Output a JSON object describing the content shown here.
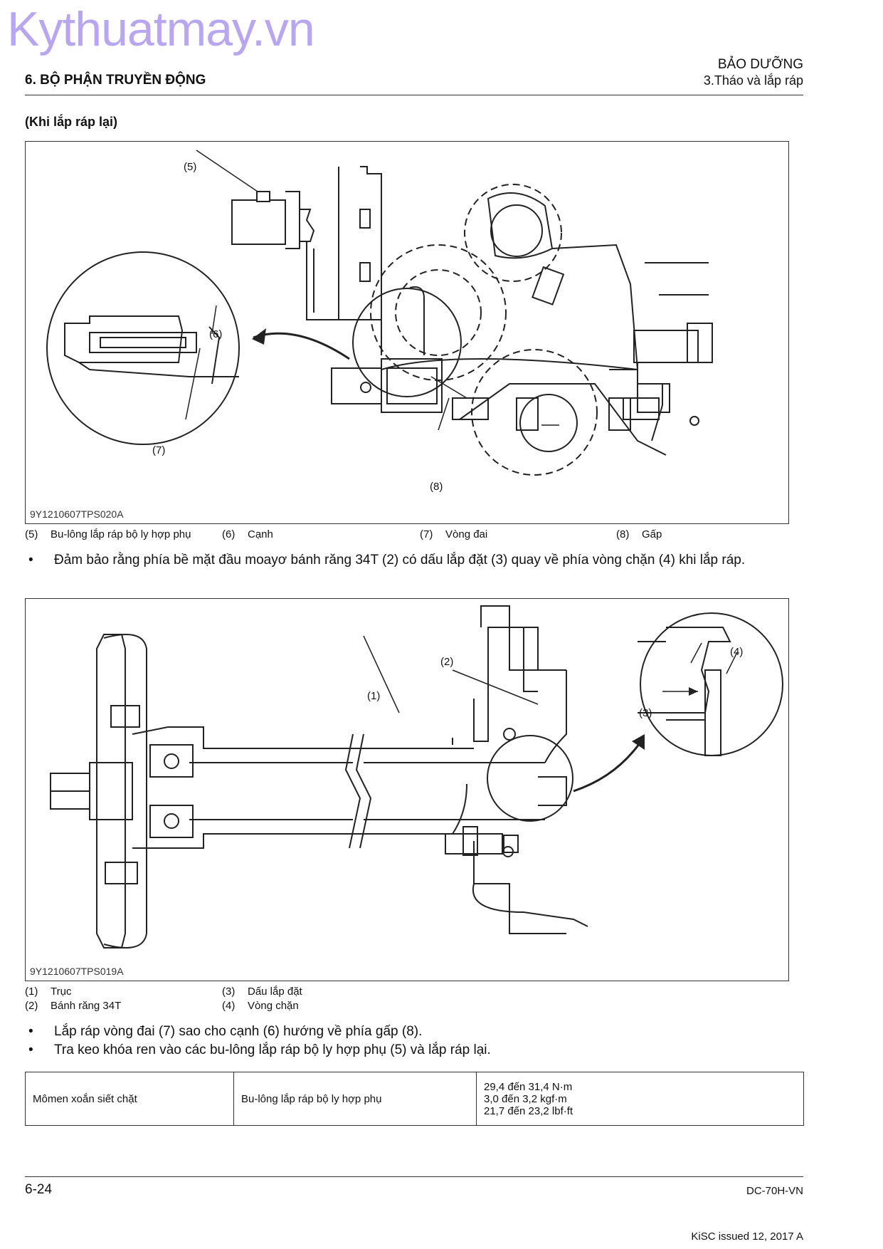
{
  "watermark": "Kythuatmay.vn",
  "header": {
    "section_title": "6. BỘ PHẬN TRUYỀN ĐỘNG",
    "category": "BẢO DƯỠNG",
    "subsection": "3.Tháo và lắp ráp"
  },
  "subheading": "(Khi lắp ráp lại)",
  "figure1": {
    "code": "9Y1210607TPS020A",
    "callouts": [
      "(5)",
      "(6)",
      "(7)",
      "(8)"
    ],
    "captions": [
      {
        "num": "(5)",
        "text": "Bu-lông lắp ráp bộ ly hợp phụ"
      },
      {
        "num": "(6)",
        "text": "Cạnh"
      },
      {
        "num": "(7)",
        "text": "Vòng đai"
      },
      {
        "num": "(8)",
        "text": "Gấp"
      }
    ]
  },
  "bullet1": "Đảm bảo rằng phía bề mặt đầu moayơ bánh răng 34T (2) có dấu lắp đặt (3) quay về phía vòng chặn (4) khi lắp ráp.",
  "figure2": {
    "code": "9Y1210607TPS019A",
    "callouts": [
      "(1)",
      "(2)",
      "(3)",
      "(4)"
    ],
    "captions": [
      {
        "num": "(1)",
        "text": "Trục"
      },
      {
        "num": "(2)",
        "text": "Bánh răng 34T"
      },
      {
        "num": "(3)",
        "text": "Dấu lắp đặt"
      },
      {
        "num": "(4)",
        "text": "Vòng chặn"
      }
    ]
  },
  "bullets2": [
    "Lắp ráp vòng đai (7) sao cho cạnh (6) hướng về phía gấp (8).",
    "Tra keo khóa ren vào các bu-lông lắp ráp bộ ly hợp phụ (5) và lắp ráp lại."
  ],
  "torque_table": {
    "label": "Mômen xoắn siết chặt",
    "item": "Bu-lông lắp ráp bộ ly hợp phụ",
    "values": [
      "29,4 đến 31,4 N·m",
      "3,0 đến 3,2 kgf·m",
      "21,7 đến 23,2 lbf·ft"
    ]
  },
  "footer": {
    "page": "6-24",
    "doc_code": "DC-70H-VN",
    "issued": "KiSC issued 12, 2017 A"
  }
}
